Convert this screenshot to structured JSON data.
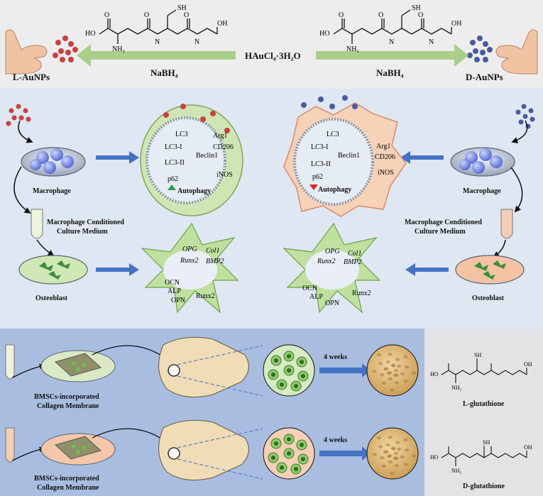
{
  "top": {
    "reagent": "HAuCl₄·3H₂O",
    "reductant_left": "NaBH₄",
    "reductant_right": "NaBH₄",
    "product_left": "L-AuNPs",
    "product_right": "D-AuNPs",
    "sh": "SH",
    "oh": "OH",
    "nh2": "NH₂",
    "ho": "HO",
    "n": "N",
    "h": "H",
    "o": "O"
  },
  "middle": {
    "left": {
      "cell_label": "Macrophage",
      "medium_label_1": "Macrophage Conditioned",
      "medium_label_2": "Culture Medium",
      "osteoblast_label": "Osteoblast",
      "lc3": "LC3",
      "lc3_1": "LC3-I",
      "lc3_2": "LC3-II",
      "beclin": "Beclin1",
      "p62": "p62",
      "autophagy": "Autophagy",
      "arg1": "Arg1",
      "cd206": "CD206",
      "inos": "iNOS",
      "opg": "OPG",
      "col1": "Col1",
      "runx2": "Runx2",
      "bmp2": "BMP2",
      "ocn": "OCN",
      "alp": "ALP",
      "opn": "OPN",
      "runx2b": "Runx2"
    },
    "right": {
      "cell_label": "Macrophage",
      "medium_label_1": "Macrophage Conditioned",
      "medium_label_2": "Culture Medium",
      "osteoblast_label": "Osteoblast",
      "lc3": "LC3",
      "lc3_1": "LC3-I",
      "lc3_2": "LC3-II",
      "beclin": "Beclin1",
      "p62": "p62",
      "autophagy": "Autophagy",
      "arg1": "Arg1",
      "cd206": "CD206",
      "inos": "iNOS",
      "opg": "OPG",
      "col1": "Col1",
      "runx2": "Runx2",
      "bmp2": "BMP2",
      "ocn": "OCN",
      "alp": "ALP",
      "opn": "OPN",
      "runx2b": "Runx2"
    }
  },
  "bottom": {
    "membrane_1a": "BMSCs-incorporated",
    "membrane_1b": "Collagen Membrane",
    "membrane_2a": "BMSCs-incorporated",
    "membrane_2b": "Collagen Membrane",
    "weeks_1": "4 weeks",
    "weeks_2": "4 weeks",
    "legend_l": "L-glutathione",
    "legend_d": "D-glutathione"
  },
  "colors": {
    "top_bg": "#ededed",
    "middle_bg": "#dfe7f2",
    "bottom_bg": "#a8bde0",
    "legend_bg": "#e3e3e6",
    "l_dot": "#c84040",
    "d_dot": "#4a5aa0",
    "arrow_blue": "#4472c4",
    "arrow_green": "#9dc27a",
    "up_green": "#2e9a3c",
    "down_red": "#d8261e"
  }
}
